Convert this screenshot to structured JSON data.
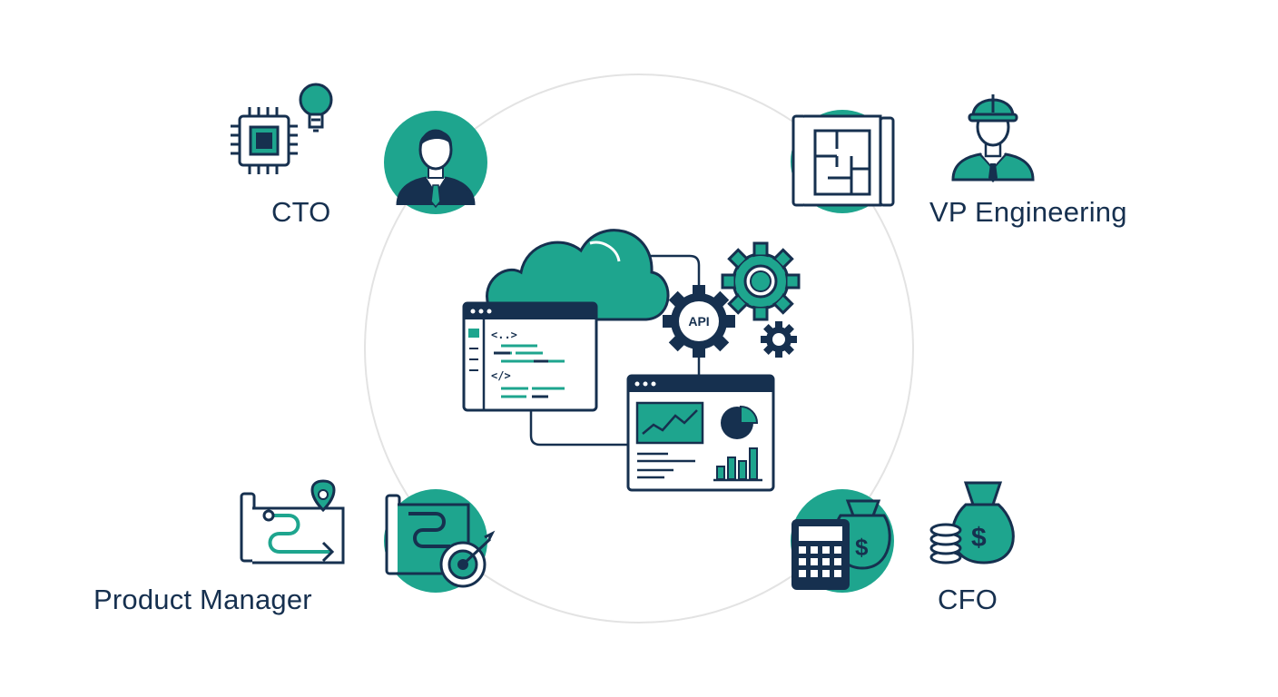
{
  "roles": {
    "cto": {
      "label": "CTO"
    },
    "vp_engineering": {
      "label": "VP Engineering"
    },
    "product_manager": {
      "label": "Product Manager"
    },
    "cfo": {
      "label": "CFO"
    }
  },
  "center": {
    "api_label": "API",
    "code_tags": [
      "<..>",
      "</>"
    ]
  },
  "colors": {
    "navy": "#16304f",
    "teal": "#1ea58e",
    "ring": "#e3e3e3"
  }
}
